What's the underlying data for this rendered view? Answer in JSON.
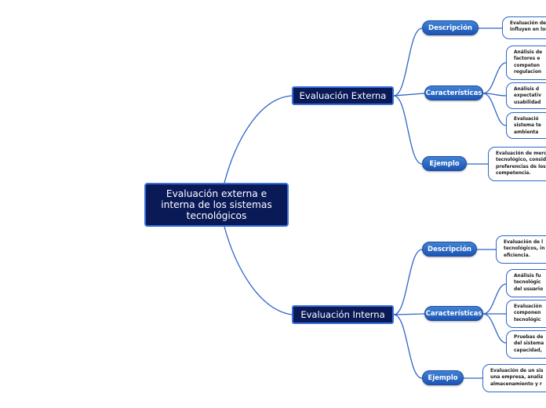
{
  "root": {
    "label": "Evaluación externa e interna de los sistemas tecnológicos"
  },
  "external": {
    "label": "Evaluación Externa",
    "descripcion": {
      "label": "Descripción",
      "text": "Evaluación de l\ninfluyen en los s"
    },
    "caracteristicas": {
      "label": "Características",
      "items": [
        "Análisis de\nfactores e\ncompeten\nregulacion",
        "Análisis d\nexpectativ\nusabilidad",
        "Evaluació\nsistema te\nambienta"
      ]
    },
    "ejemplo": {
      "label": "Ejemplo",
      "text": "Evaluación de merc\ntecnológico, consid\npreferencias de los\ncompetencia."
    }
  },
  "internal": {
    "label": "Evaluación Interna",
    "descripcion": {
      "label": "Descripción",
      "text": "Evaluación de l\ntecnológicos, in\neficiencia."
    },
    "caracteristicas": {
      "label": "Características",
      "items": [
        "Análisis fu\ntecnológic\ndel usuario",
        "Evaluación\ncomponen\ntecnológic",
        "Pruebas de\ndel sistema\ncapacidad,"
      ]
    },
    "ejemplo": {
      "label": "Ejemplo",
      "text": "Evaluación de un sis\nuna empresa, analiz\nalmacenamiento y r"
    }
  },
  "colors": {
    "line": "#2f64c9",
    "main_fill": "#0a1a57",
    "main_border": "#3a6fdc",
    "sub_fill": "#2a68c4"
  }
}
